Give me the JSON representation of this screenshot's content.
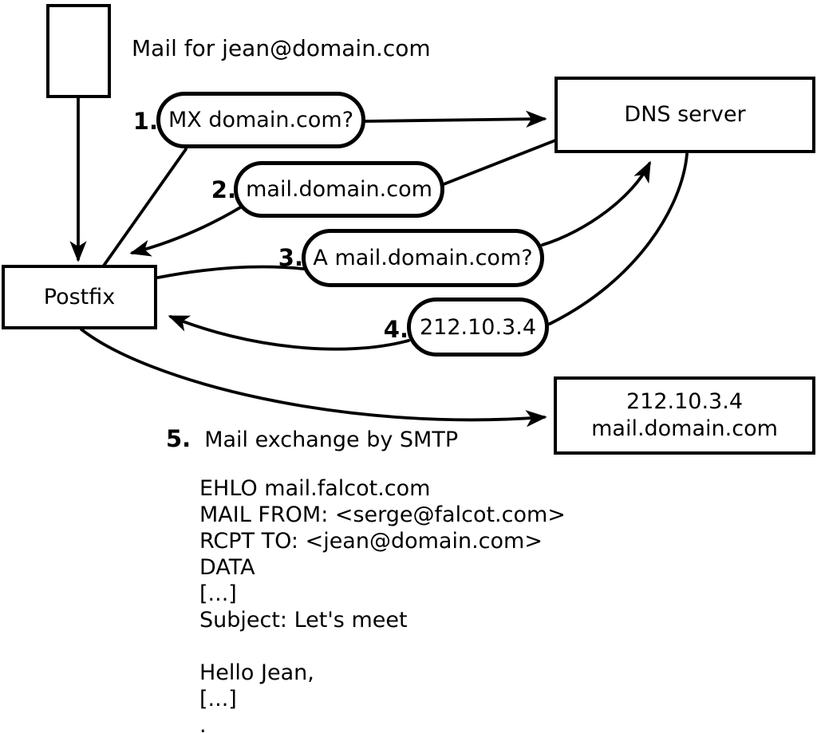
{
  "title_note": "Mail for jean@domain.com",
  "colors": {
    "stroke": "#000000",
    "background": "#ffffff",
    "text": "#000000"
  },
  "nodes": {
    "mail_message": {
      "label": ""
    },
    "postfix": {
      "label": "Postfix"
    },
    "dns_server": {
      "label": "DNS server"
    },
    "mail_server": {
      "line1": "212.10.3.4",
      "line2": "mail.domain.com"
    }
  },
  "steps": [
    {
      "num": "1.",
      "label": "MX domain.com?"
    },
    {
      "num": "2.",
      "label": "mail.domain.com"
    },
    {
      "num": "3.",
      "label": "A mail.domain.com?"
    },
    {
      "num": "4.",
      "label": "212.10.3.4"
    },
    {
      "num": "5.",
      "label": "Mail exchange by SMTP"
    }
  ],
  "smtp_session": [
    "EHLO mail.falcot.com",
    "MAIL FROM: <serge@falcot.com>",
    "RCPT TO: <jean@domain.com>",
    "DATA",
    "[...]",
    "Subject: Let's meet",
    "",
    "Hello Jean,",
    "[...]",
    "."
  ]
}
